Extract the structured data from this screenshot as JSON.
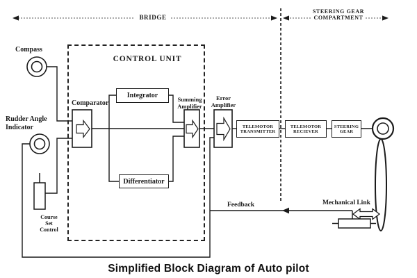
{
  "regions": {
    "bridge": "BRIDGE",
    "steering_gear_compartment": "STEERING GEAR\nCOMPARTMENT"
  },
  "control_unit": {
    "label": "CONTROL UNIT",
    "comparator": "Comparator",
    "integrator": "Integrator",
    "differentiator": "Differentiator",
    "summing_amplifier": "Summing\nAmplifier"
  },
  "blocks": {
    "error_amplifier": "Error\nAmplifier",
    "telemotor_transmitter": "TELEMOTOR\nTRANSMITTER",
    "telemotor_receiver": "TELEMOTOR\nRECIEVER",
    "steering_gear": "STEERING\nGEAR"
  },
  "devices": {
    "compass": "Compass",
    "rudder_angle_indicator": "Rudder Angle\nIndicator",
    "course_set_control": "Course\nSet\nControl"
  },
  "signals": {
    "feedback": "Feedback",
    "mechanical_link": "Mechanical Link"
  },
  "title": "Simplified Block Diagram of Auto pilot",
  "colors": {
    "ink": "#1a1a1a",
    "background": "#ffffff"
  }
}
